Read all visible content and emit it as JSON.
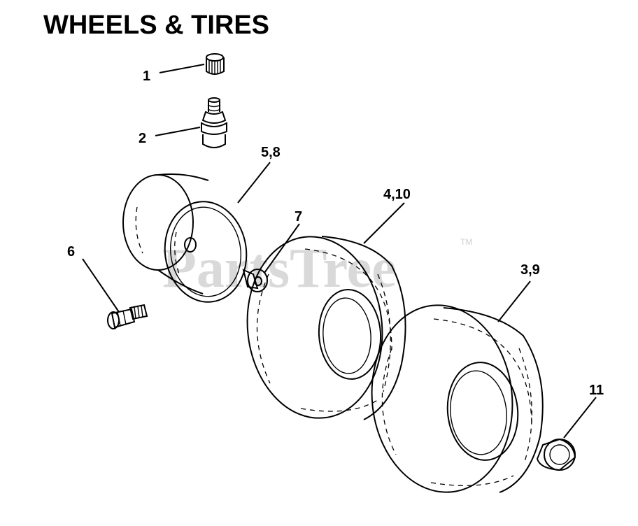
{
  "title": "WHEELS & TIRES",
  "watermark": {
    "text": "PartsTree",
    "trademark": "TM",
    "color": "#d9d9d9"
  },
  "callouts": {
    "valve_cap": "1",
    "valve_stem": "2",
    "wheel_rim": "5,8",
    "bushing": "7",
    "lug_bolt": "6",
    "front_tire": "4,10",
    "rear_tire": "3,9",
    "hub_cap": "11"
  },
  "colors": {
    "ink": "#000000",
    "background": "#ffffff"
  }
}
